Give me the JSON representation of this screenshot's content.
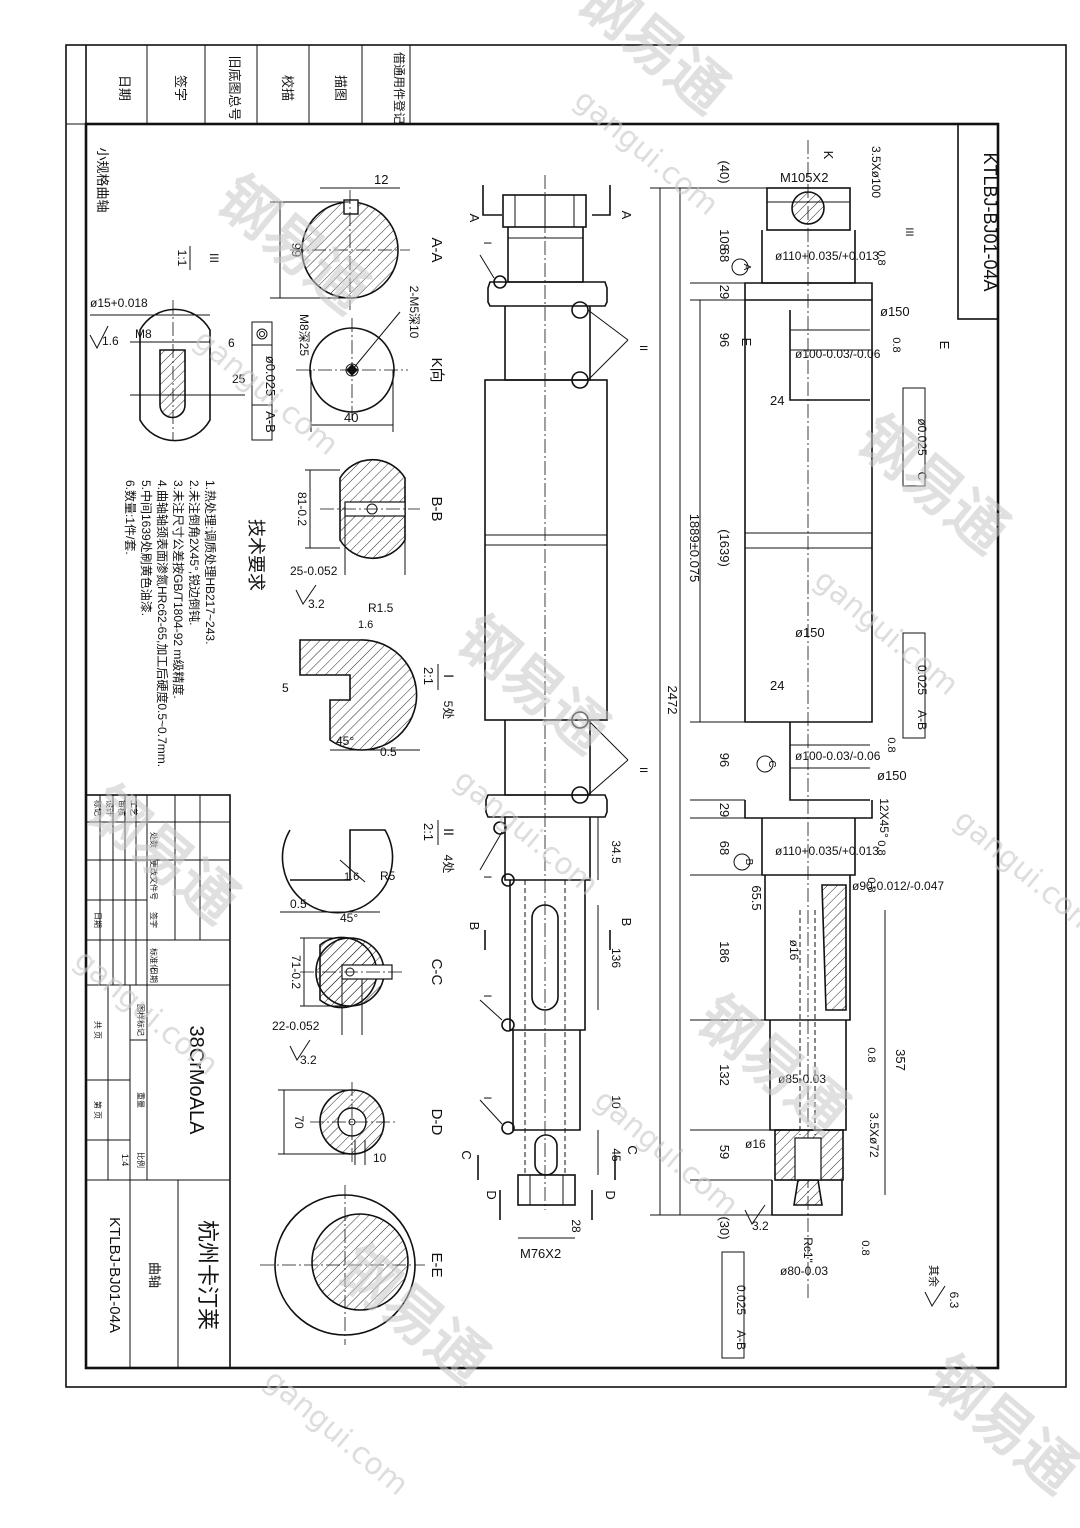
{
  "drawing_number": "KTLBJ-BJ01-04A",
  "title_block": {
    "company": "杭州卡汀莱",
    "part_name": "曲轴",
    "drawing_number": "KTLBJ-BJ01-04A",
    "material": "38CrMoALA",
    "scale_label": "比例",
    "scale_value": "1:4",
    "weight_label": "重量",
    "sheet_label": "共 页",
    "page_label": "第 页",
    "mark_label": "图样标记",
    "row_labels": [
      "标记",
      "设计",
      "审核",
      "工艺"
    ],
    "col_labels": [
      "处数",
      "更改文件号",
      "签字",
      "日期",
      "标准化",
      "日期"
    ]
  },
  "side_block": {
    "items": [
      "借通用件登记",
      "描图",
      "校描",
      "旧底图总号",
      "签字",
      "日期"
    ]
  },
  "part_caption": "小规格曲轴",
  "main_view": {
    "thread_top": "M105X2",
    "dia_top_relief": "3.5Xø100",
    "brg_fit_a": "ø110+0.035/+0.013",
    "ra_08": "0.8",
    "dia_150": "ø150",
    "crank_dia": "ø100-0.03/-0.06",
    "runout_c": "ø0.025",
    "datum_c": "C",
    "runout_ab": "0.025",
    "datum_ab": "A-B",
    "len_24": "24",
    "len_1639": "(1639)",
    "len_1889": "1889±0.075",
    "len_2472": "2472",
    "len_40": "(40)",
    "len_108": "108",
    "len_68": "68",
    "len_29": "29",
    "len_96": "96",
    "chamfer": "12X45°",
    "dia_90": "ø90-0.012/-0.047",
    "len_65": "65.5",
    "len_186": "186",
    "hole_16": "ø16",
    "len_357": "357",
    "len_132": "132",
    "dia_85": "ø85-0.03",
    "relief_72": "3.5Xø72",
    "len_59": "59",
    "len_30": "(30)",
    "rc": "Rc1\"",
    "dia_80": "ø80-0.03",
    "ra_32": "3.2",
    "ra_rest": "其余",
    "ra_63": "6.3",
    "datum_a": "A",
    "datum_b": "B",
    "label_k": "K",
    "label_e": "E",
    "label_iii": "III"
  },
  "middle_view": {
    "label_a": "A",
    "label_b": "B",
    "label_c": "C",
    "label_d": "D",
    "label_i": "I",
    "label_ii": "II",
    "len_345": "34.5",
    "len_136": "136",
    "len_10": "10",
    "len_45": "45",
    "len_28": "28",
    "thread_bottom": "M76X2"
  },
  "sections": {
    "aa": {
      "label": "A-A",
      "w": "12",
      "h": "99"
    },
    "k": {
      "label": "K向",
      "holes": "2-M5深10",
      "thread": "M8深25",
      "w": "40"
    },
    "bb": {
      "label": "B-B",
      "h": "81-0.2",
      "w": "25-0.052",
      "ra": "3.2"
    },
    "detail_i": {
      "label": "I",
      "scale": "2:1",
      "count": "5处",
      "r": "R1.5",
      "d5": "5",
      "ang": "45°",
      "d05": "0.5",
      "ra": "1.6"
    },
    "detail_ii": {
      "label": "II",
      "scale": "2:1",
      "count": "4处",
      "r": "R5",
      "d05": "0.5",
      "ang": "45°",
      "ra": "1.6"
    },
    "cc": {
      "label": "C-C",
      "h": "71-0.2",
      "w": "22-0.052",
      "ra": "3.2"
    },
    "dd": {
      "label": "D-D",
      "h": "70",
      "w": "10"
    },
    "ee": {
      "label": "E-E"
    }
  },
  "detail_iii": {
    "label": "III",
    "scale": "1:1",
    "dia": "ø15+0.018",
    "m8": "M8",
    "ra": "1.6",
    "d6": "6",
    "d25": "25",
    "runout": "ø0.025",
    "datum": "A-B"
  },
  "tech_req": {
    "title": "技术要求",
    "items": [
      "1.热处理:调质处理HB217~243.",
      "2.未注倒角2X45°,锐边倒钝.",
      "3.未注尺寸公差按GB/T1804-92 m级精度.",
      "4.曲轴轴颈表面渗氮HRc62-65,加工后硬度0.5~0.7mm.",
      "5.中间1639处刷黄色油漆.",
      "6.数量:1件/套."
    ]
  },
  "watermark": {
    "brand": "钢易通",
    "domain": "gangui.com"
  }
}
